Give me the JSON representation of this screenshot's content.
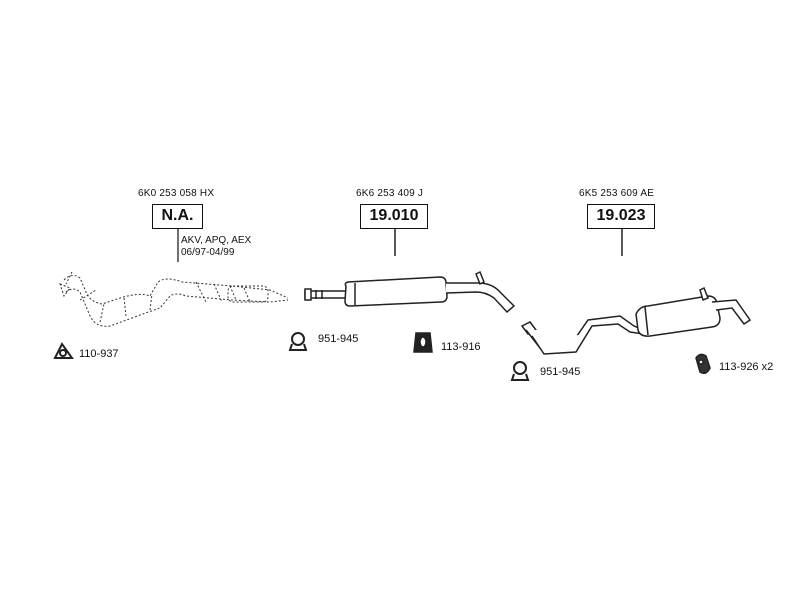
{
  "parts": [
    {
      "oem": "6K0 253 058 HX",
      "ref": "N.A.",
      "note_lines": [
        "AKV, APQ, AEX",
        "06/97-04/99"
      ]
    },
    {
      "oem": "6K6 253 409 J",
      "ref": "19.010"
    },
    {
      "oem": "6K5 253 609 AE",
      "ref": "19.023"
    }
  ],
  "accessories": [
    {
      "code": "110-937",
      "icon": "gasket-icon"
    },
    {
      "code": "951-945",
      "icon": "clamp-icon"
    },
    {
      "code": "113-916",
      "icon": "rubber-mount-icon"
    },
    {
      "code": "951-945",
      "icon": "clamp-icon"
    },
    {
      "code": "113-926 x2",
      "icon": "hanger-icon"
    }
  ]
}
